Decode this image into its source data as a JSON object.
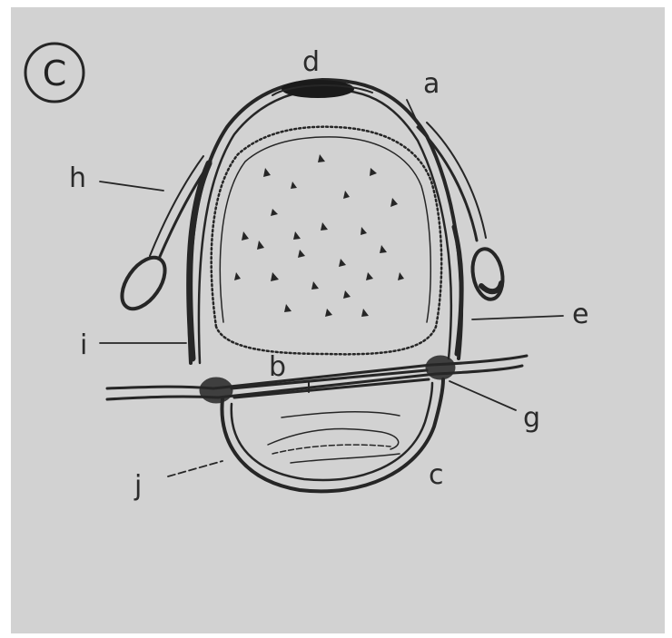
{
  "figure": {
    "panel_label": "C",
    "labels": {
      "a": "a",
      "b": "b",
      "c": "c",
      "d": "d",
      "e": "e",
      "g": "g",
      "h": "h",
      "i": "i",
      "j": "j"
    }
  },
  "colors": {
    "paper": "#cfcfcf",
    "ink": "#262626",
    "page": "#ffffff"
  }
}
